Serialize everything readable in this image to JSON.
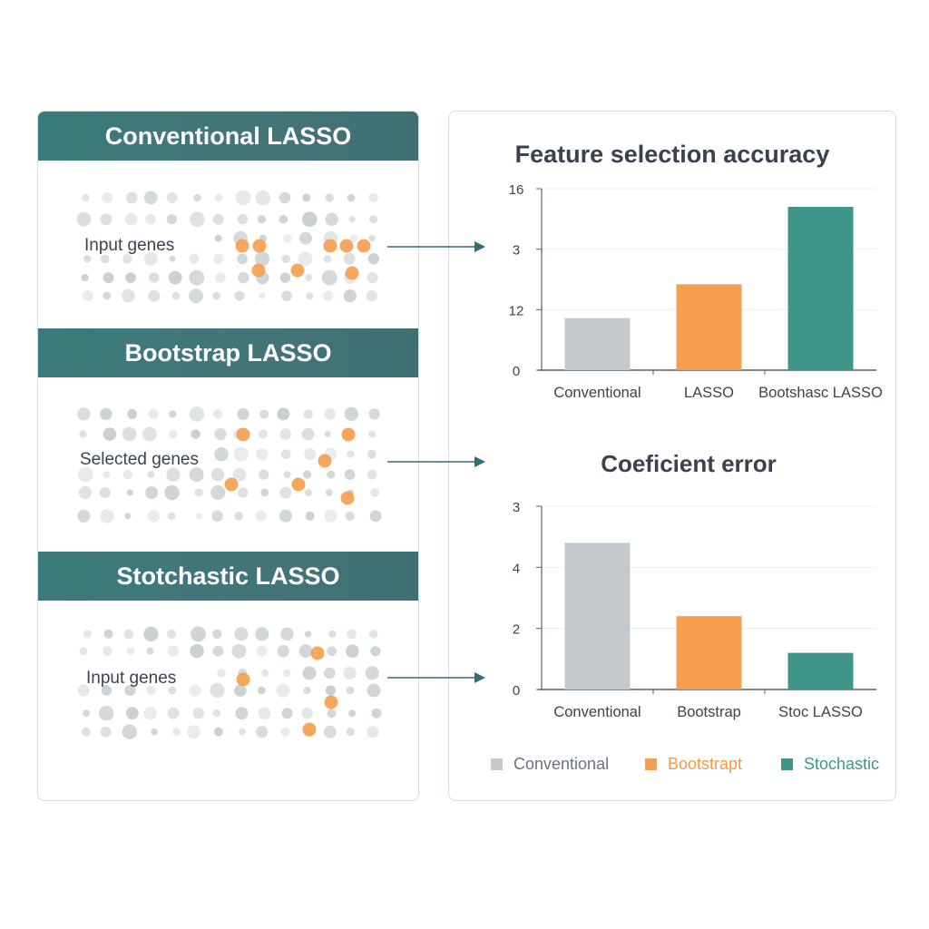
{
  "panels": [
    {
      "title": "Conventional LASSO",
      "label": "Input genes"
    },
    {
      "title": "Bootstrap LASSO",
      "label": "Selected genes"
    },
    {
      "title": "Stotchastic LASSO",
      "label": "Input genes"
    }
  ],
  "colors": {
    "band": "#3e7476",
    "gray": "#c3c9cc",
    "orange": "#f4a050",
    "teal": "#3f9589",
    "text": "#3a4450"
  },
  "chart_data": [
    {
      "type": "bar",
      "title": "Feature selection accuracy",
      "categories": [
        "Conventional",
        "LASSO",
        "Bootshasc LASSO"
      ],
      "values": [
        4.3,
        7.1,
        13.5
      ],
      "ytick_labels": [
        "0",
        "12",
        "3",
        "16"
      ],
      "ylim": [
        0,
        15
      ],
      "grid": true
    },
    {
      "type": "bar",
      "title": "Coeficient error",
      "categories": [
        "Conventional",
        "Bootstrap",
        "Stoc LASSO"
      ],
      "values": [
        4.8,
        2.4,
        1.2
      ],
      "ytick_labels": [
        "0",
        "2",
        "4",
        "3"
      ],
      "ylim": [
        0,
        6
      ],
      "grid": true
    }
  ],
  "legend": [
    {
      "label": "Conventional",
      "color": "#c3c9cc",
      "text_color": "#6a737d"
    },
    {
      "label": "Bootstrapt",
      "color": "#f4a050",
      "text_color": "#f19a45"
    },
    {
      "label": "Stochastic",
      "color": "#3f9589",
      "text_color": "#3f9589"
    }
  ]
}
